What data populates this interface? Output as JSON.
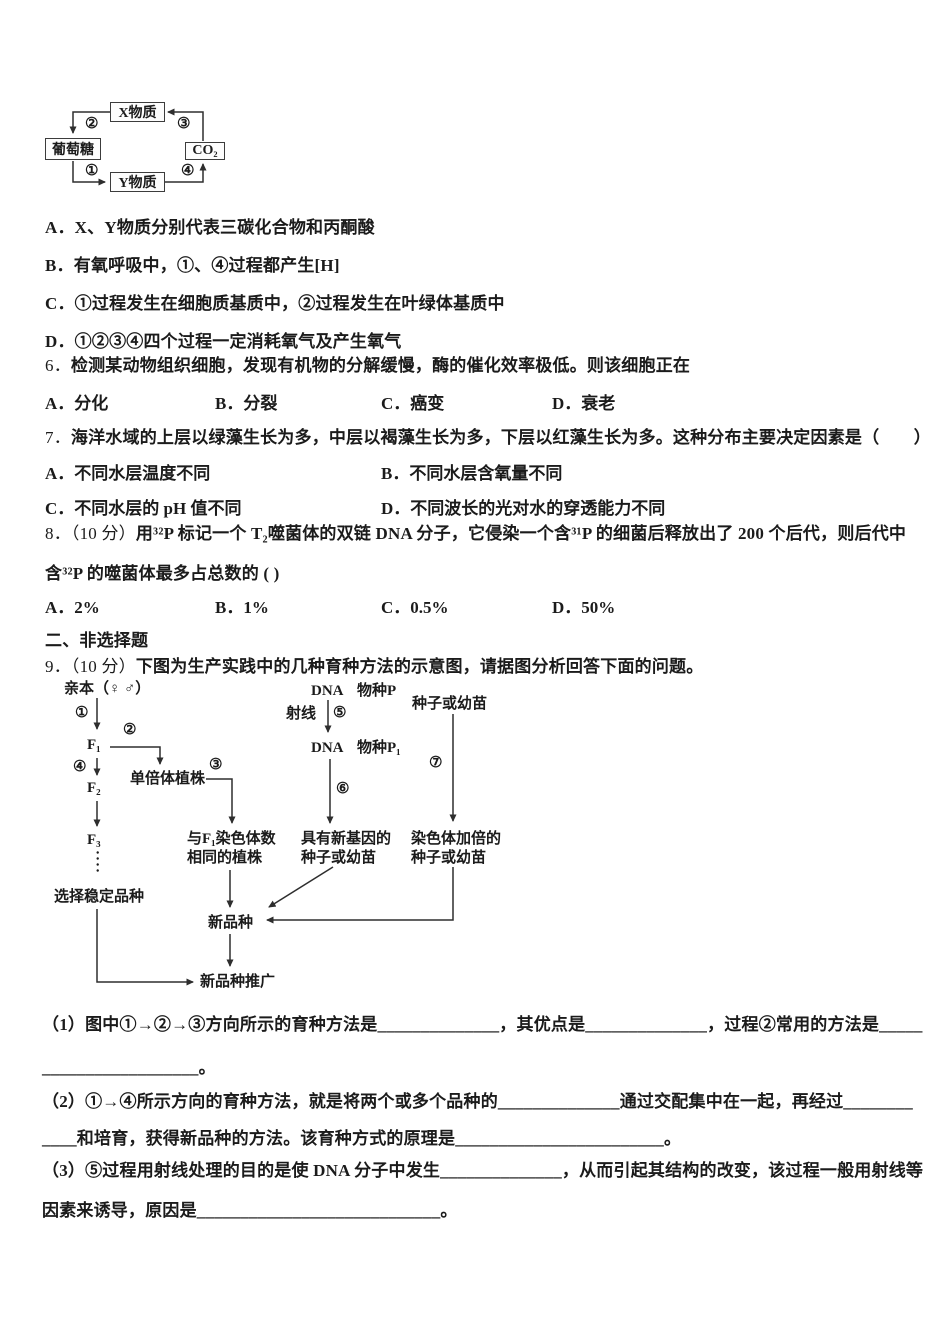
{
  "top_diagram": {
    "box_x": "X物质",
    "box_glucose": "葡萄糖",
    "box_y": "Y物质",
    "box_co2": "CO₂",
    "step1": "①",
    "step2": "②",
    "step3": "③",
    "step4": "④"
  },
  "q5_options": {
    "a": "A．X、Y物质分别代表三碳化合物和丙酮酸",
    "b": "B．有氧呼吸中，①、④过程都产生[H]",
    "c": "C．①过程发生在细胞质基质中，②过程发生在叶绿体基质中",
    "d": "D．①②③④四个过程一定消耗氧气及产生氧气"
  },
  "q6": {
    "number": "6．",
    "stem": "检测某动物组织细胞，发现有机物的分解缓慢，酶的催化效率极低。则该细胞正在",
    "options": [
      "A．分化",
      "B．分裂",
      "C．癌变",
      "D．衰老"
    ]
  },
  "q7": {
    "number": "7．",
    "stem": "海洋水域的上层以绿藻生长为多，中层以褐藻生长为多，下层以红藻生长为多。这种分布主要决定因素是（　　）",
    "option_a": "A．不同水层温度不同",
    "option_b": "B．不同水层含氧量不同",
    "option_c": "C．不同水层的 pH 值不同",
    "option_d": "D．不同波长的光对水的穿透能力不同"
  },
  "q8": {
    "number": "8．",
    "score": "（10 分）",
    "stem_line1": "用³²P 标记一个 T₂噬菌体的双链 DNA 分子，它侵染一个含³¹P 的细菌后释放出了 200 个后代，则后代中",
    "stem_line2": "含³²P 的噬菌体最多占总数的 ( )",
    "options": [
      "A．2%",
      "B．1%",
      "C．0.5%",
      "D．50%"
    ]
  },
  "section2_title": "二、非选择题",
  "q9": {
    "number": "9．",
    "score": "（10 分）",
    "stem": "下图为生产实践中的几种育种方法的示意图，请据图分析回答下面的问题。",
    "flowchart": {
      "parent": "亲本（♀ ♂）",
      "f1": "F₁",
      "f2": "F₂",
      "f3": "F₃",
      "dots": "····",
      "select_stable": "选择稳定品种",
      "haploid": "单倍体植株",
      "same_chrom_1": "与F₁染色体数",
      "same_chrom_2": "相同的植株",
      "new_variety": "新品种",
      "promotion": "新品种推广",
      "dna_top": "DNA",
      "species_p": "物种P",
      "ray": "射线",
      "dna_mid": "DNA",
      "species_p1": "物种P₁",
      "new_gene_1": "具有新基因的",
      "new_gene_2": "种子或幼苗",
      "seed": "种子或幼苗",
      "doubled_1": "染色体加倍的",
      "doubled_2": "种子或幼苗",
      "step1": "①",
      "step2": "②",
      "step3": "③",
      "step4": "④",
      "step5": "⑤",
      "step6": "⑥",
      "step7": "⑦"
    }
  },
  "fill": {
    "q1_line1": "（1）图中①→②→③方向所示的育种方法是______________，其优点是______________，过程②常用的方法是_____",
    "q1_line2": "__________________。",
    "q2_line1": "（2）①→④所示方向的育种方法，就是将两个或多个品种的______________通过交配集中在一起，再经过________",
    "q2_line2": "____和培育，获得新品种的方法。该育种方式的原理是________________________。",
    "q3_line1": "（3）⑤过程用射线处理的目的是使 DNA 分子中发生______________，从而引起其结构的改变，该过程一般用射线等",
    "q3_line2": "因素来诱导，原因是____________________________。"
  }
}
